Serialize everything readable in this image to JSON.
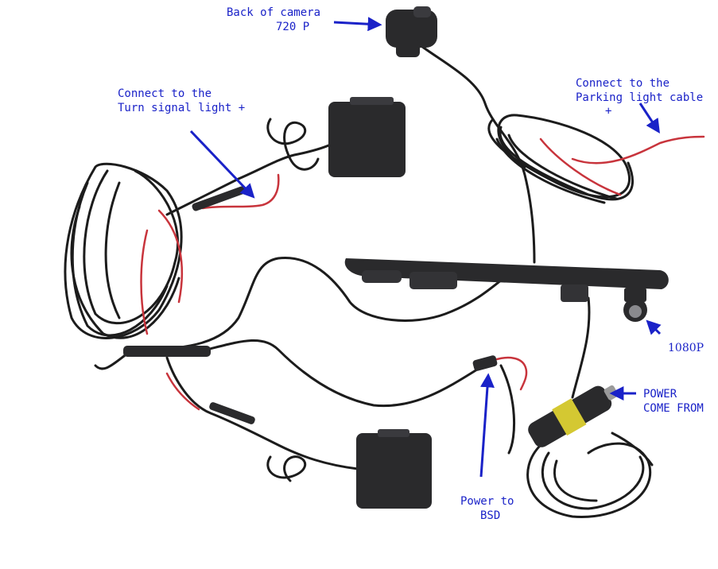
{
  "labels": {
    "back_camera_line1": "Back of camera",
    "back_camera_line2": "720 P",
    "turn_signal_line1": "Connect to the",
    "turn_signal_line2": "Turn signal light +",
    "parking_line1": "Connect to the",
    "parking_line2": "Parking light cable",
    "parking_line3": "+",
    "front_cam": "1080P",
    "power_in_line1": "POWER",
    "power_in_line2": "COME FROM",
    "bsd_line1": "Power to",
    "bsd_line2": "BSD"
  },
  "colors": {
    "annotation": "#1a22c8",
    "cable": "#1c1c1c",
    "red_wire": "#c8343c",
    "device_body": "#2a2a2c",
    "plug_band": "#d4c832"
  }
}
